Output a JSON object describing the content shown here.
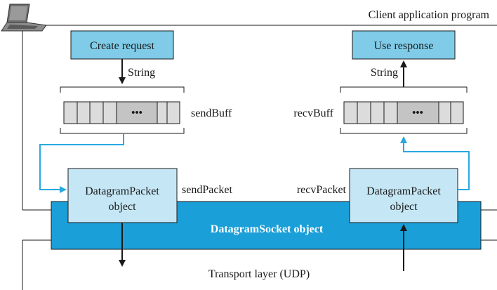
{
  "labels": {
    "client_program": "Client application program",
    "create_request": "Create request",
    "use_response": "Use response",
    "string_left": "String",
    "string_right": "String",
    "send_buff": "sendBuff",
    "recv_buff": "recvBuff",
    "dots_left": "•••",
    "dots_right": "•••",
    "send_packet": "sendPacket",
    "recv_packet": "recvPacket",
    "dp_left_line1": "DatagramPacket",
    "dp_left_line2": "object",
    "dp_right_line1": "DatagramPacket",
    "dp_right_line2": "object",
    "socket": "DatagramSocket object",
    "transport": "Transport layer (UDP)"
  },
  "colors": {
    "box_blue": "#7fcbe8",
    "packet_fill": "#c5e6f5",
    "socket_fill": "#1a9fd8",
    "arrow_blue": "#29a8e0",
    "buffer_cell": "#dcdcdc",
    "line": "#1a1a1a"
  },
  "icons": [
    "laptop-icon"
  ]
}
